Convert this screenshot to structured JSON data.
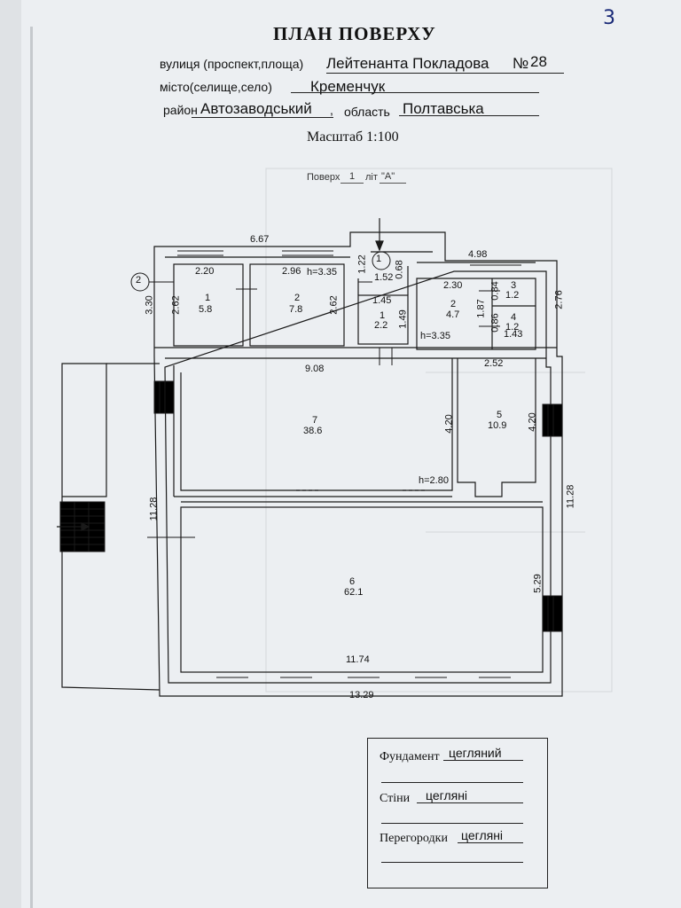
{
  "header": {
    "page_number": "3",
    "title": "ПЛАН ПОВЕРХУ",
    "street_label": "вулиця (проспект,площа)",
    "street_value": "Лейтенанта Покладова",
    "number_prefix": "№",
    "number_value": "28",
    "city_label": "місто(селище,село)",
    "city_value": "Кременчук",
    "district_label": "район",
    "district_value": "Автозаводський",
    "district_comma": ",",
    "region_label": "область",
    "region_value": "Полтавська",
    "scale": "Масштаб  1:100",
    "floor_label": "Поверх",
    "floor_value": "1",
    "lit_label": "літ",
    "lit_value": "\"А\""
  },
  "plan": {
    "rooms": [
      {
        "number": "1",
        "area": "5.8"
      },
      {
        "number": "2",
        "area": "7.8"
      },
      {
        "number": "1",
        "area": "2.2"
      },
      {
        "number": "2",
        "area": "4.7"
      },
      {
        "number": "3",
        "area": "1.2"
      },
      {
        "number": "4",
        "area": "1.2"
      },
      {
        "number": "7",
        "area": "38.6"
      },
      {
        "number": "5",
        "area": "10.9"
      },
      {
        "number": "6",
        "area": "62.1"
      }
    ],
    "dims": [
      "6.67",
      "2.20",
      "2.96",
      "h=3.35",
      "3.30",
      "2.62",
      "2.62",
      "1.22",
      "0.68",
      "1.52",
      "1.45",
      "1.49",
      "4.98",
      "2.30",
      "0.84",
      "1.87",
      "0.86",
      "1.43",
      "2.76",
      "h=3.35",
      "9.08",
      "2.52",
      "4.20",
      "4.20",
      "h=2.80",
      "11.28",
      "11.28",
      "5.29",
      "11.74",
      "13.29"
    ],
    "markers": [
      "1",
      "2"
    ]
  },
  "legend": {
    "foundation_label": "Фундамент",
    "foundation_value": "цегляний",
    "walls_label": "Стіни",
    "walls_value": "цегляні",
    "partitions_label": "Перегородки",
    "partitions_value": "цегляні"
  }
}
